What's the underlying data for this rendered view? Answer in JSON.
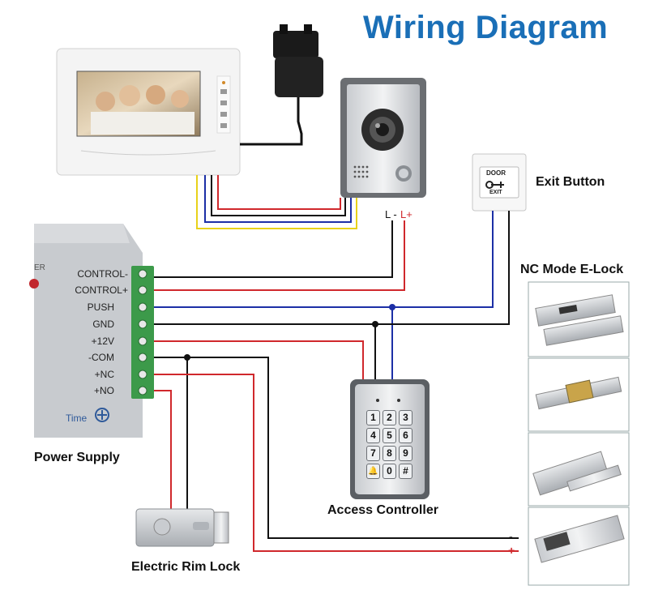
{
  "title": "Wiring Diagram",
  "labels": {
    "power_supply": "Power Supply",
    "access_controller": "Access Controller",
    "electric_rim_lock": "Electric Rim Lock",
    "exit_button": "Exit Button",
    "nc_mode_elock": "NC Mode E-Lock",
    "l_minus": "L -",
    "l_plus": "L+",
    "minus": "-",
    "plus": "+",
    "time": "Time",
    "door_top": "DOOR",
    "door_exit": "EXIT",
    "partial_er": "ER"
  },
  "terminals": [
    "CONTROL-",
    "CONTROL+",
    "PUSH",
    "GND",
    "+12V",
    "-COM",
    "+NC",
    "+NO"
  ],
  "keypad": [
    "1",
    "2",
    "3",
    "4",
    "5",
    "6",
    "7",
    "8",
    "9",
    "🔔",
    "0",
    "#"
  ],
  "colors": {
    "title": "#1a6fb7",
    "wire_red": "#d0282c",
    "wire_blue": "#1c2fa6",
    "wire_black": "#111111",
    "wire_yellow": "#e8d21a",
    "terminal_green": "#3c9a4a"
  }
}
